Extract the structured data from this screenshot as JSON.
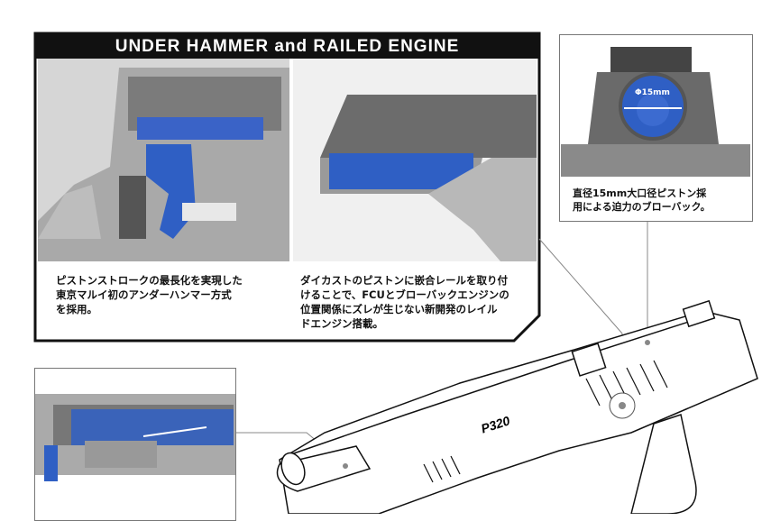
{
  "header": {
    "title": "UNDER HAMMER and RAILED ENGINE"
  },
  "captions": {
    "under_hammer": "ピストンストロークの最長化を実現した\n東京マルイ初のアンダーハンマー方式\nを採用。",
    "railed_engine": "ダイカストのピストンに嵌合レールを取り付\nけることで、FCUとブローバックエンジンの\n位置関係にズレが生じない新開発のレイル\nドエンジン搭載。",
    "piston": "直径15mm大口径ピストン採\n用による迫力のブローバック。"
  },
  "piston_label": "Φ15mm",
  "gun_model": "P320",
  "colors": {
    "accent_blue": "#2f5fc4",
    "frame_black": "#111111",
    "gray": "#8a8a8a"
  }
}
